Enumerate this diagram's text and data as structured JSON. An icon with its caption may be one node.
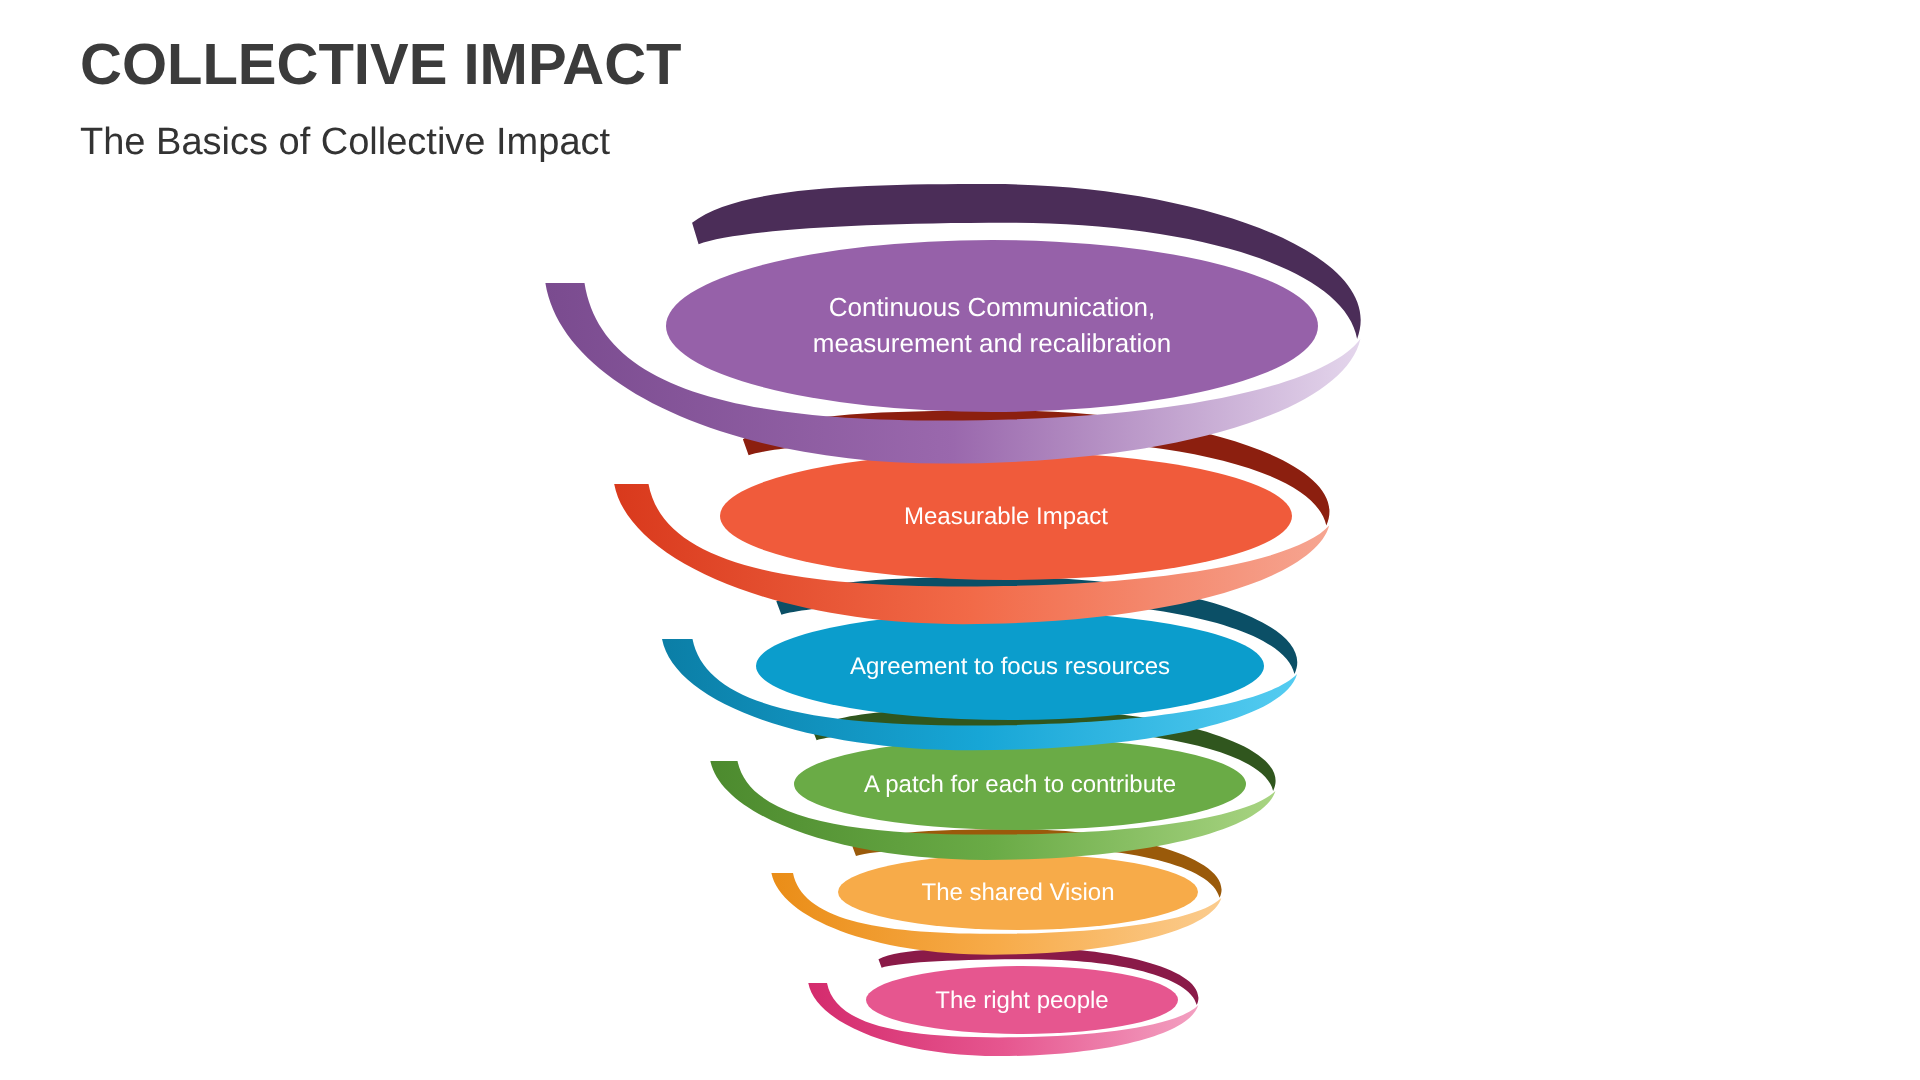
{
  "diagram": {
    "title": "COLLECTIVE IMPACT",
    "nodes": [
      {
        "text": [
          "Continuous Communication, measurement and recalibration"
        ]
      },
      {
        "text": [
          "Measurable Impact"
        ]
      },
      {
        "text": [
          "Agreement to focus resources"
        ]
      },
      {
        "text": [
          "A patch for each to contribute"
        ]
      },
      {
        "text": [
          "The shared Vision"
        ]
      },
      {
        "text": [
          "The right people"
        ]
      }
    ],
    "labels": [
      "The Basics of Collective Impact"
    ]
  }
}
